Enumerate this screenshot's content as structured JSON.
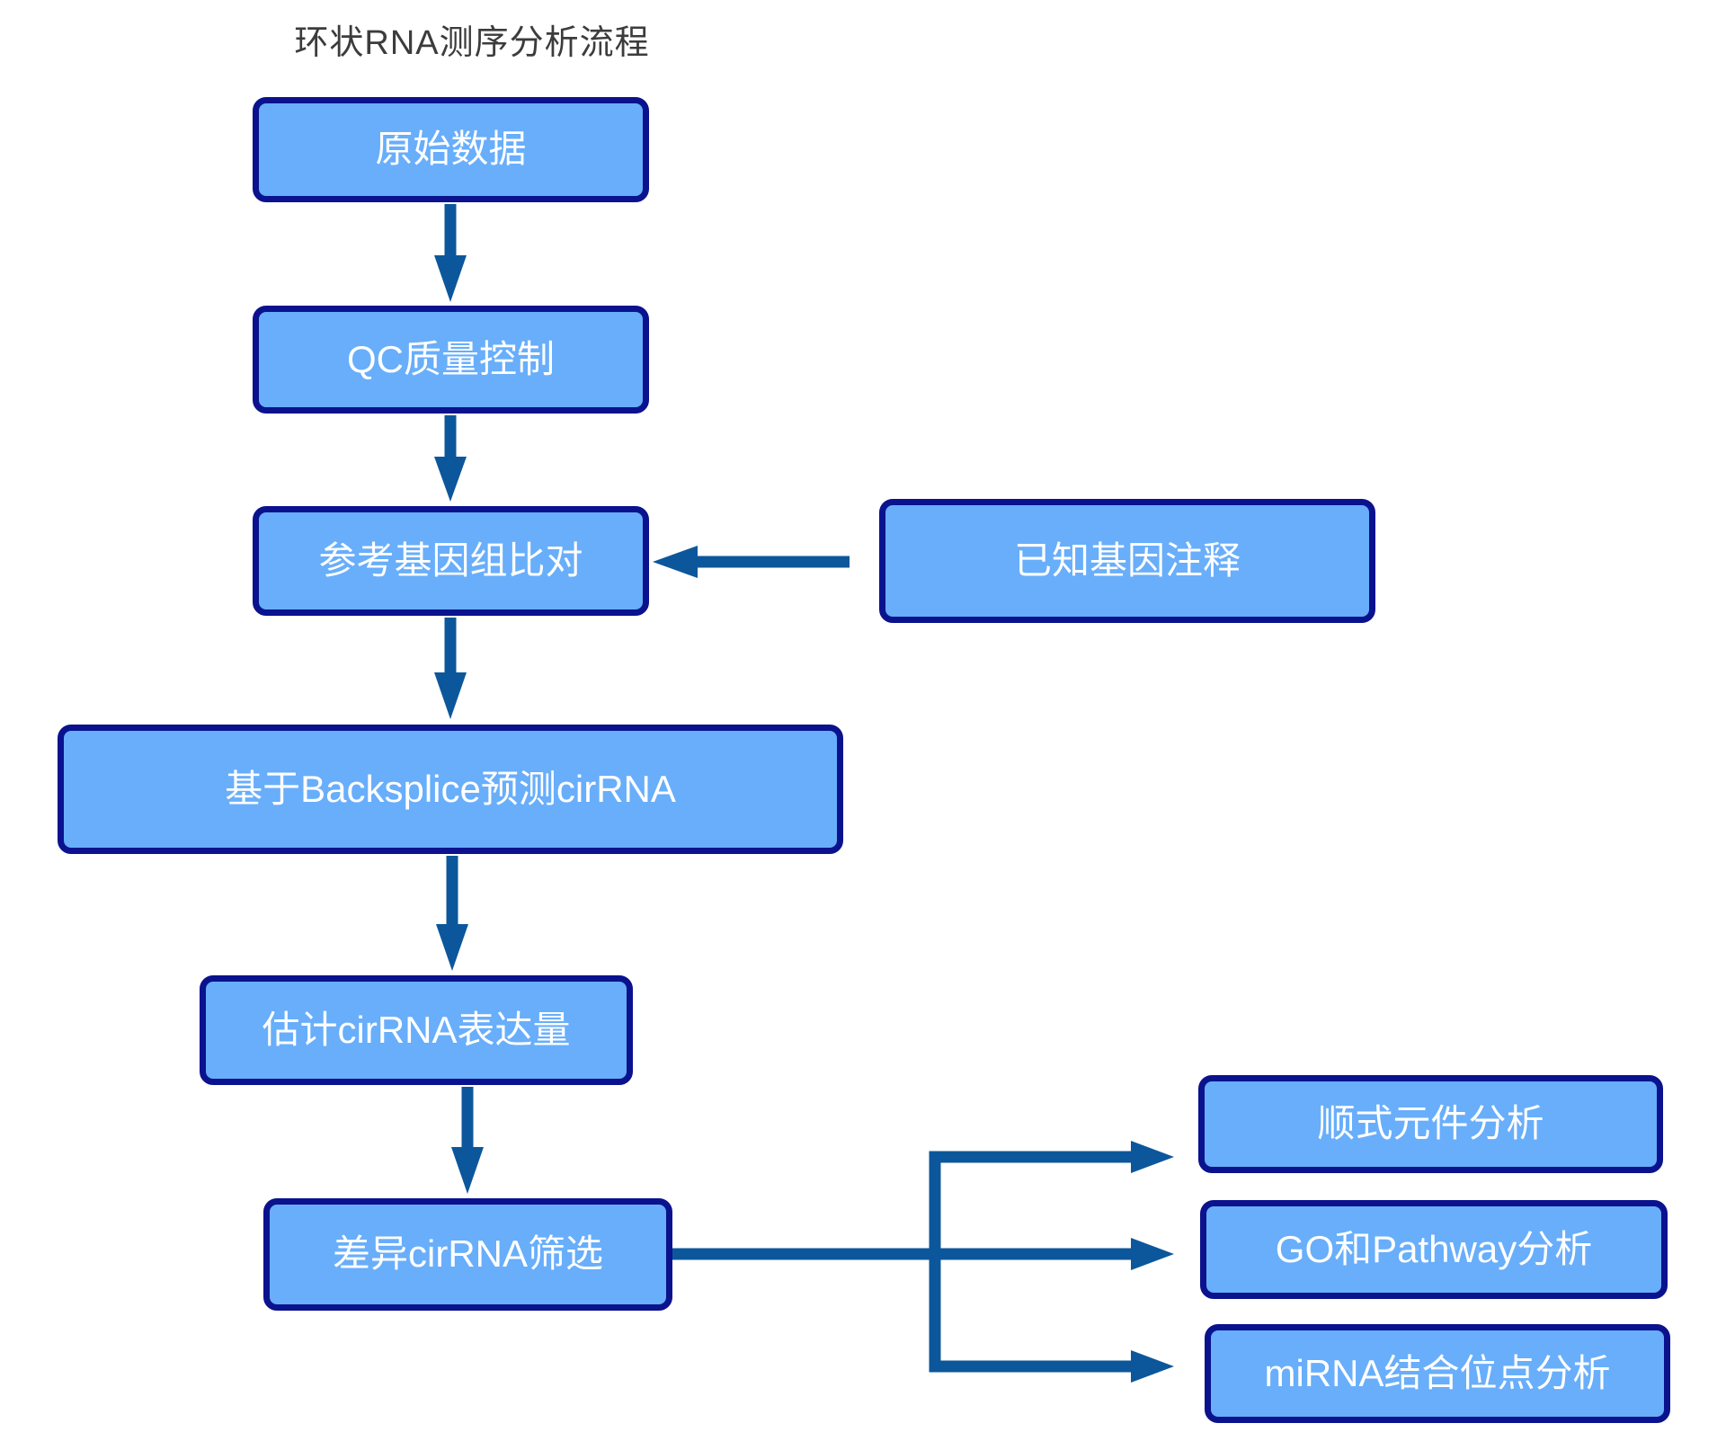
{
  "title": "环状RNA测序分析流程",
  "colors": {
    "node_fill": "#68aefb",
    "node_border": "#0a128e",
    "node_text": "#ffffff",
    "arrow": "#0c579b",
    "title_text": "#3c3c3c",
    "background": "#ffffff"
  },
  "nodes": {
    "raw_data": {
      "label": "原始数据"
    },
    "qc": {
      "label": "QC质量控制"
    },
    "align": {
      "label": "参考基因组比对"
    },
    "annotation": {
      "label": "已知基因注释"
    },
    "backsplice": {
      "label": "基于Backsplice预测cirRNA"
    },
    "expression": {
      "label": "估计cirRNA表达量"
    },
    "diff": {
      "label": "差异cirRNA筛选"
    },
    "cis": {
      "label": "顺式元件分析"
    },
    "go_pathway": {
      "label": "GO和Pathway分析"
    },
    "mirna": {
      "label": "miRNA结合位点分析"
    }
  }
}
